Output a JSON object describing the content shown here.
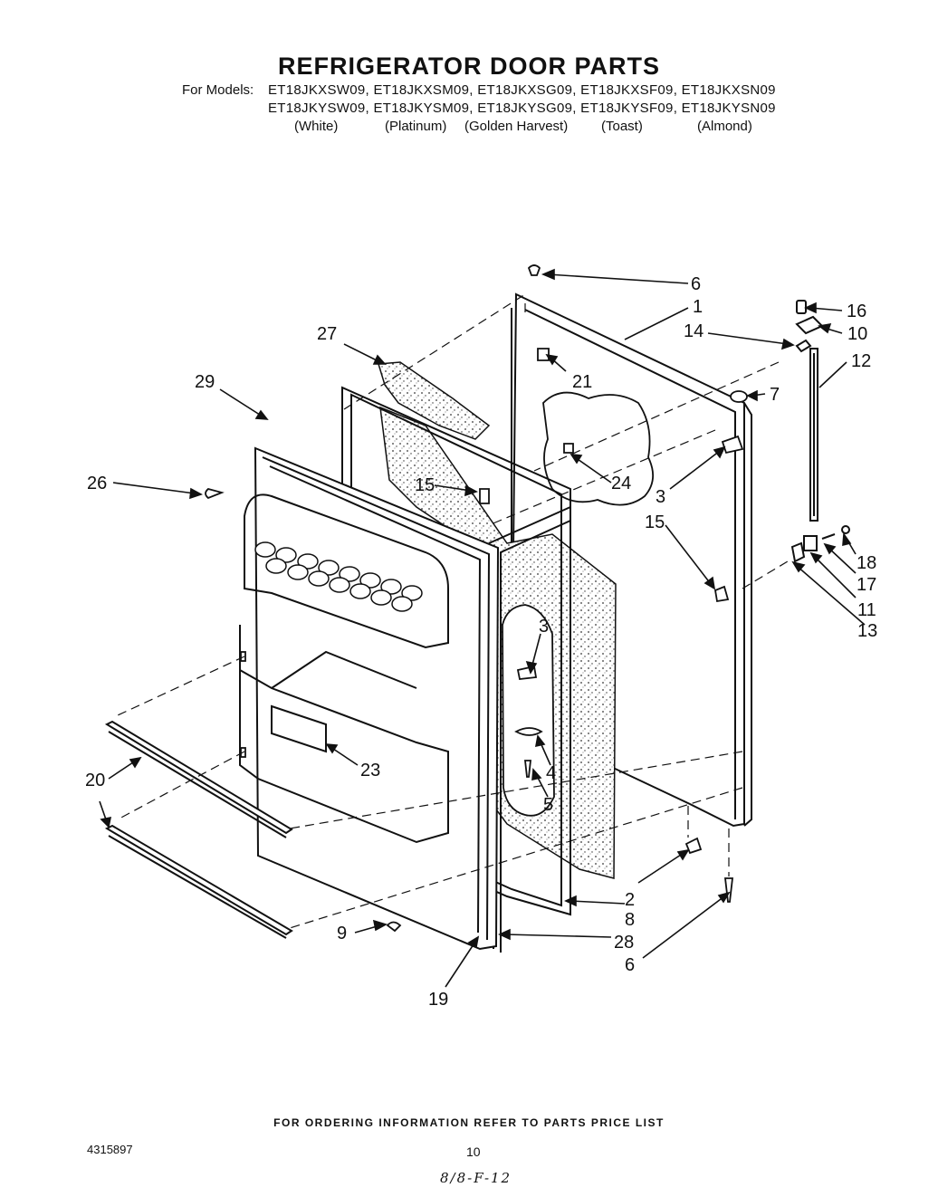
{
  "header": {
    "title": "REFRIGERATOR DOOR PARTS",
    "for_models_label": "For Models:",
    "models_row1": "ET18JKXSW09, ET18JKXSM09, ET18JKXSG09, ET18JKXSF09, ET18JKXSN09",
    "models_row2": "ET18JKYSW09, ET18JKYSM09, ET18JKYSG09, ET18JKYSF09, ET18JKYSN09",
    "colors": [
      "(White)",
      "(Platinum)",
      "(Golden Harvest)",
      "(Toast)",
      "(Almond)"
    ]
  },
  "diagram": {
    "callouts": [
      "6",
      "1",
      "16",
      "10",
      "14",
      "12",
      "7",
      "27",
      "21",
      "29",
      "24",
      "3",
      "26",
      "15",
      "15",
      "18",
      "17",
      "11",
      "13",
      "3",
      "23",
      "20",
      "4",
      "5",
      "2",
      "8",
      "9",
      "28",
      "6",
      "19"
    ]
  },
  "footer": {
    "ordering_note": "FOR ORDERING INFORMATION REFER TO PARTS PRICE LIST",
    "document_number": "4315897",
    "page_number": "10",
    "handwritten_note": "8/8-F-12"
  }
}
